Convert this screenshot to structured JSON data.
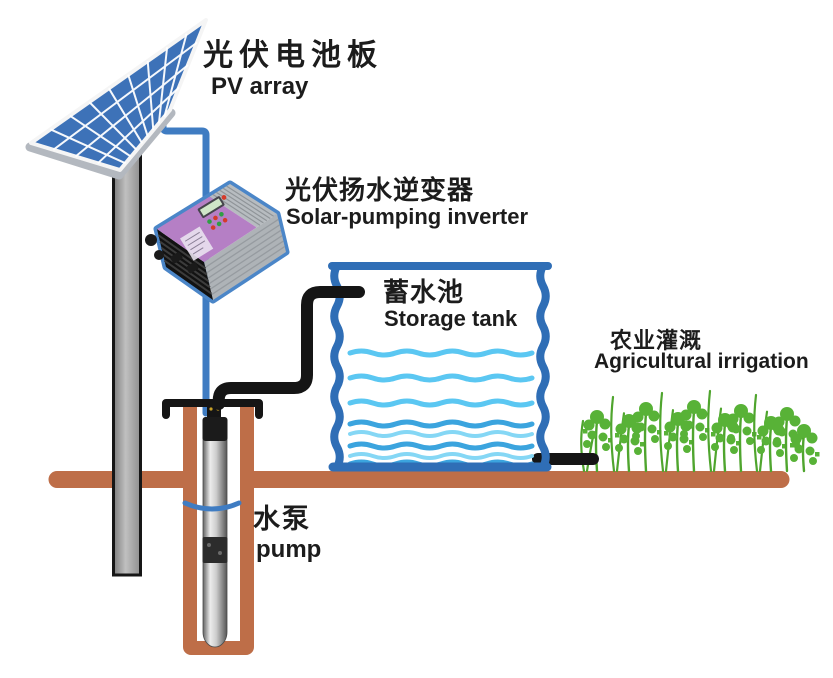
{
  "labels": {
    "pv": {
      "zh": "光伏电池板",
      "en": "PV array"
    },
    "inverter": {
      "zh": "光伏扬水逆变器",
      "en": "Solar-pumping inverter"
    },
    "tank": {
      "zh": "蓄水池",
      "en": "Storage tank"
    },
    "irrigation": {
      "zh": "农业灌溉",
      "en": "Agricultural irrigation"
    },
    "pump": {
      "zh": "水泵",
      "en": "pump"
    }
  },
  "colors": {
    "panel_blue": "#3D72B8",
    "wire_blue": "#3F7CC2",
    "tank_outline_blue": "#2F6EB6",
    "wave_light_blue": "#5BC7F2",
    "wave_medium_blue": "#3BA4DE",
    "ground_terracotta": "#BE6E48",
    "plant_green": "#58B237",
    "inverter_purple": "#B57FC5",
    "pipe_black": "#151515",
    "pole_gray": "#9B9B9B"
  },
  "components": [
    "pv-panel",
    "panel-pole",
    "pv-wire",
    "solar-pumping-inverter",
    "well",
    "submersible-pump",
    "well-water-level",
    "well-head-bracket",
    "pipe-pump-to-tank",
    "storage-tank",
    "tank-water-waves",
    "pipe-tank-to-field",
    "ground",
    "crops"
  ]
}
